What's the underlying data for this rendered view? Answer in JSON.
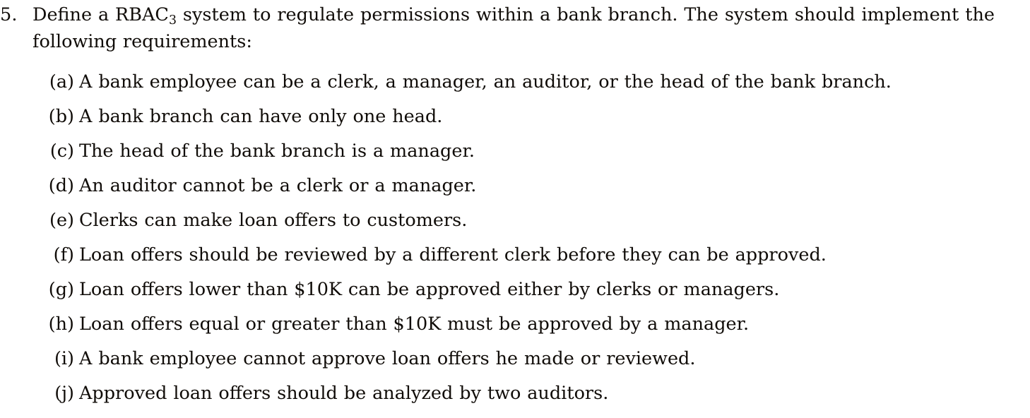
{
  "problem": {
    "number": "5.",
    "stem_before_acronym": "Define a RBAC",
    "acronym_subscript": "3",
    "stem_after_acronym": " system to regulate permissions within a bank branch.  The system should implement the following requirements:"
  },
  "sublist": [
    {
      "label": "(a)",
      "text": "A bank employee can be a clerk, a manager, an auditor, or the head of the bank branch."
    },
    {
      "label": "(b)",
      "text": "A bank branch can have only one head."
    },
    {
      "label": "(c)",
      "text": "The head of the bank branch is a manager."
    },
    {
      "label": "(d)",
      "text": "An auditor cannot be a clerk or a manager."
    },
    {
      "label": "(e)",
      "text": "Clerks can make loan offers to customers."
    },
    {
      "label": "(f)",
      "text": "Loan offers should be reviewed by a different clerk before they can be approved."
    },
    {
      "label": "(g)",
      "text": "Loan offers lower than $10K can be approved either by clerks or managers."
    },
    {
      "label": "(h)",
      "text": "Loan offers equal or greater than $10K must be approved by a manager."
    },
    {
      "label": "(i)",
      "text": "A bank employee cannot approve loan offers he made or reviewed."
    },
    {
      "label": "(j)",
      "text": "Approved loan offers should be analyzed by two auditors."
    }
  ],
  "colors": {
    "background": "#ffffff",
    "text": "#100c08"
  }
}
